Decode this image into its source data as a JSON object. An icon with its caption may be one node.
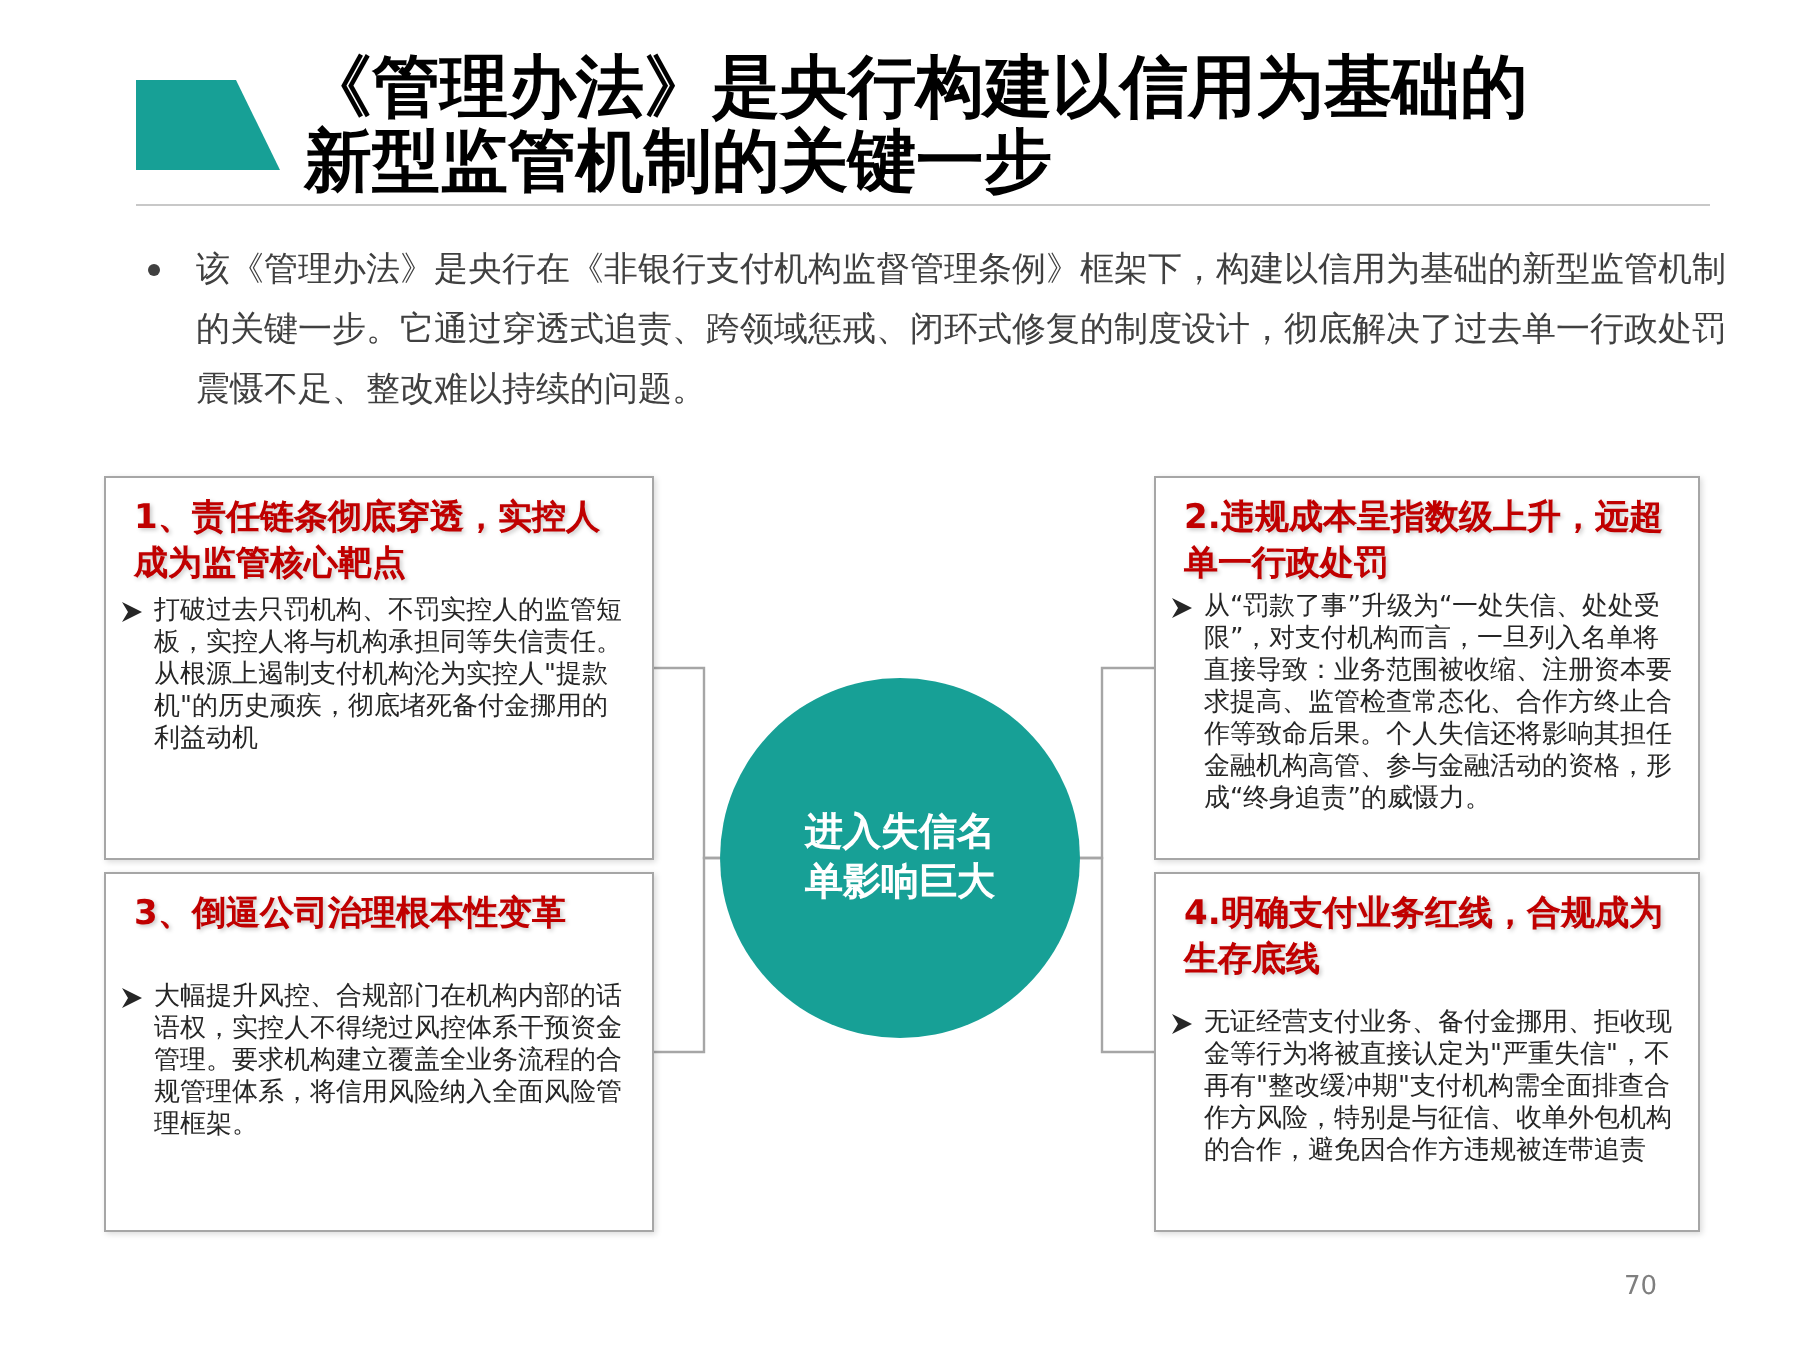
{
  "diagram": {
    "title": "《管理办法》是央行构建以信用为基础的新型监管机制的关键一步",
    "nodes": [
      {
        "text": [
          "1、责任链条彻底穿透，实控人成为监管核心靶点",
          "打破过去只罚机构、不罚实控人的监管短板，实控人将与机构承担同等失信责任。从根源上遏制支付机构沦为实控人\"提款机\"的历史顽疾，彻底堵死备付金挪用的利益动机"
        ]
      },
      {
        "text": [
          "2.违规成本呈指数级上升，远超单一行政处罚",
          "从“罚款了事”升级为“一处失信、处处受限”，对支付机构而言，一旦列入名单将直接导致：业务范围被收缩、注册资本要求提高、监管检查常态化、合作方终止合作等致命后果。个人失信还将影响其担任金融机构高管、参与金融活动的资格，形成“终身追责”的威慑力。"
        ]
      },
      {
        "text": [
          "进入失信名单影响巨大"
        ]
      },
      {
        "text": [
          "3、倒逼公司治理根本性变革",
          "大幅提升风控、合规部门在机构内部的话语权，实控人不得绕过风控体系干预资金管理。要求机构建立覆盖全业务流程的合规管理体系，将信用风险纳入全面风险管理框架。"
        ]
      },
      {
        "text": [
          "4.明确支付业务红线，合规成为生存底线",
          "无证经营支付业务、备付金挪用、拒收现金等行为将被直接认定为\"严重失信\"，不再有\"整改缓冲期\"支付机构需全面排查合作方风险，特别是与征信、收单外包机构的合作，避免因合作方违规被连带追责"
        ]
      }
    ],
    "edges": [
      {
        "from": 2,
        "to": 0,
        "arrow": "none"
      },
      {
        "from": 2,
        "to": 1,
        "arrow": "none"
      },
      {
        "from": 2,
        "to": 3,
        "arrow": "none"
      },
      {
        "from": 2,
        "to": 4,
        "arrow": "none"
      }
    ],
    "labels": [
      "该《管理办法》是央行在《非银行支付机构监督管理条例》框架下，构建以信用为基础的新型监管机制的关键一步。它通过穿透式追责、跨领域惩戒、闭环式修复的制度设计，彻底解决了过去单一行政处罚震慑不足、整改难以持续的问题。",
      "70"
    ]
  }
}
